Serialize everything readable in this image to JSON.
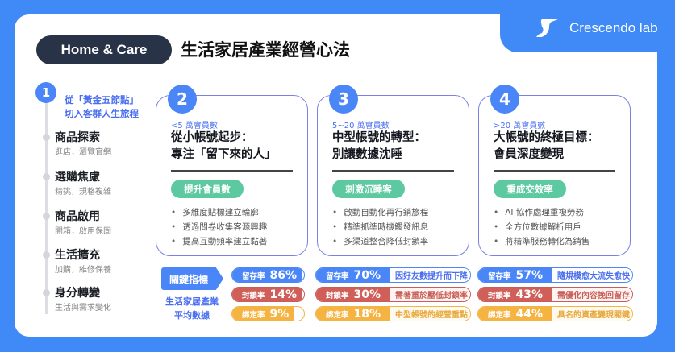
{
  "brand": {
    "name": "Crescendo lab"
  },
  "header": {
    "tag": "Home & Care",
    "title": "生活家居產業經營心法"
  },
  "journey": {
    "number": "1",
    "intro": [
      "從「黃金五節點」",
      "切入客群人生旅程"
    ],
    "stages": [
      {
        "title": "商品探索",
        "desc": "逛店，瀏覽官網"
      },
      {
        "title": "選購焦慮",
        "desc": "精挑，規格複雜"
      },
      {
        "title": "商品啟用",
        "desc": "開箱，啟用保固"
      },
      {
        "title": "生活擴充",
        "desc": "加購，維修保養"
      },
      {
        "title": "身分轉變",
        "desc": "生活與需求變化"
      }
    ]
  },
  "cards": [
    {
      "number": "2",
      "members": "<5 萬會員數",
      "title": [
        "從小帳號起步：",
        "專注「留下來的人」"
      ],
      "goal": "提升會員數",
      "bullets": [
        "多維度貼標建立輪廓",
        "透過問卷收集客源興趣",
        "提高互動頻率建立黏著"
      ]
    },
    {
      "number": "3",
      "members": "5~20 萬會員數",
      "title": [
        "中型帳號的轉型：",
        "別讓數據沈睡"
      ],
      "goal": "刺激沉睡客",
      "bullets": [
        "啟動自動化再行銷旅程",
        "精準抓準時機觸發訊息",
        "多渠道整合降低封鎖率"
      ]
    },
    {
      "number": "4",
      "members": ">20 萬會員數",
      "title": [
        "大帳號的終極目標：",
        "會員深度變現"
      ],
      "goal": "重成交效率",
      "bullets": [
        "AI 協作處理重複勞務",
        "全方位數據解析用戶",
        "將精準服務轉化為銷售"
      ]
    }
  ],
  "metrics": {
    "label": "關鍵指標",
    "sub": [
      "生活家居產業",
      "平均數據"
    ],
    "industry": [
      {
        "k": "留存率",
        "v": "86%"
      },
      {
        "k": "封鎖率",
        "v": "14%"
      },
      {
        "k": "綁定率",
        "v": "9%"
      }
    ],
    "mid": [
      {
        "k": "留存率",
        "v": "70%",
        "note": "因好友數提升而下降"
      },
      {
        "k": "封鎖率",
        "v": "30%",
        "note": "需著重於壓低封鎖率"
      },
      {
        "k": "綁定率",
        "v": "18%",
        "note": "中型帳號的經營重點"
      }
    ],
    "large": [
      {
        "k": "留存率",
        "v": "57%",
        "note": "隨規模愈大流失愈快"
      },
      {
        "k": "封鎖率",
        "v": "43%",
        "note": "需優化內容挽回留存"
      },
      {
        "k": "綁定率",
        "v": "44%",
        "note": "具名的資產變現關鍵"
      }
    ]
  },
  "colors": {
    "background": "#3f8af6",
    "primary": "#4a86f7",
    "red": "#cf5f58",
    "yellow": "#f5b342",
    "green": "#5cc9a0",
    "dark": "#283347"
  }
}
